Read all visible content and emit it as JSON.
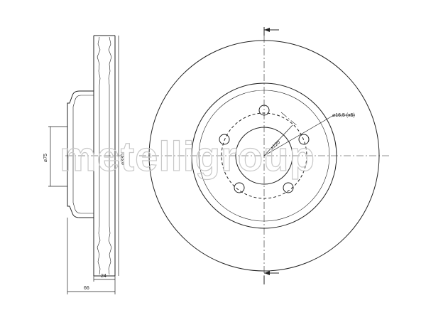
{
  "watermark": "metelligroup",
  "dimensions": {
    "hub_diameter": "⌀75",
    "outer_diameter": "⌀330",
    "thickness": "24",
    "total_height": "66",
    "bolt_circle": "⌀120",
    "bolt_holes": "⌀16,5 (x5)"
  }
}
